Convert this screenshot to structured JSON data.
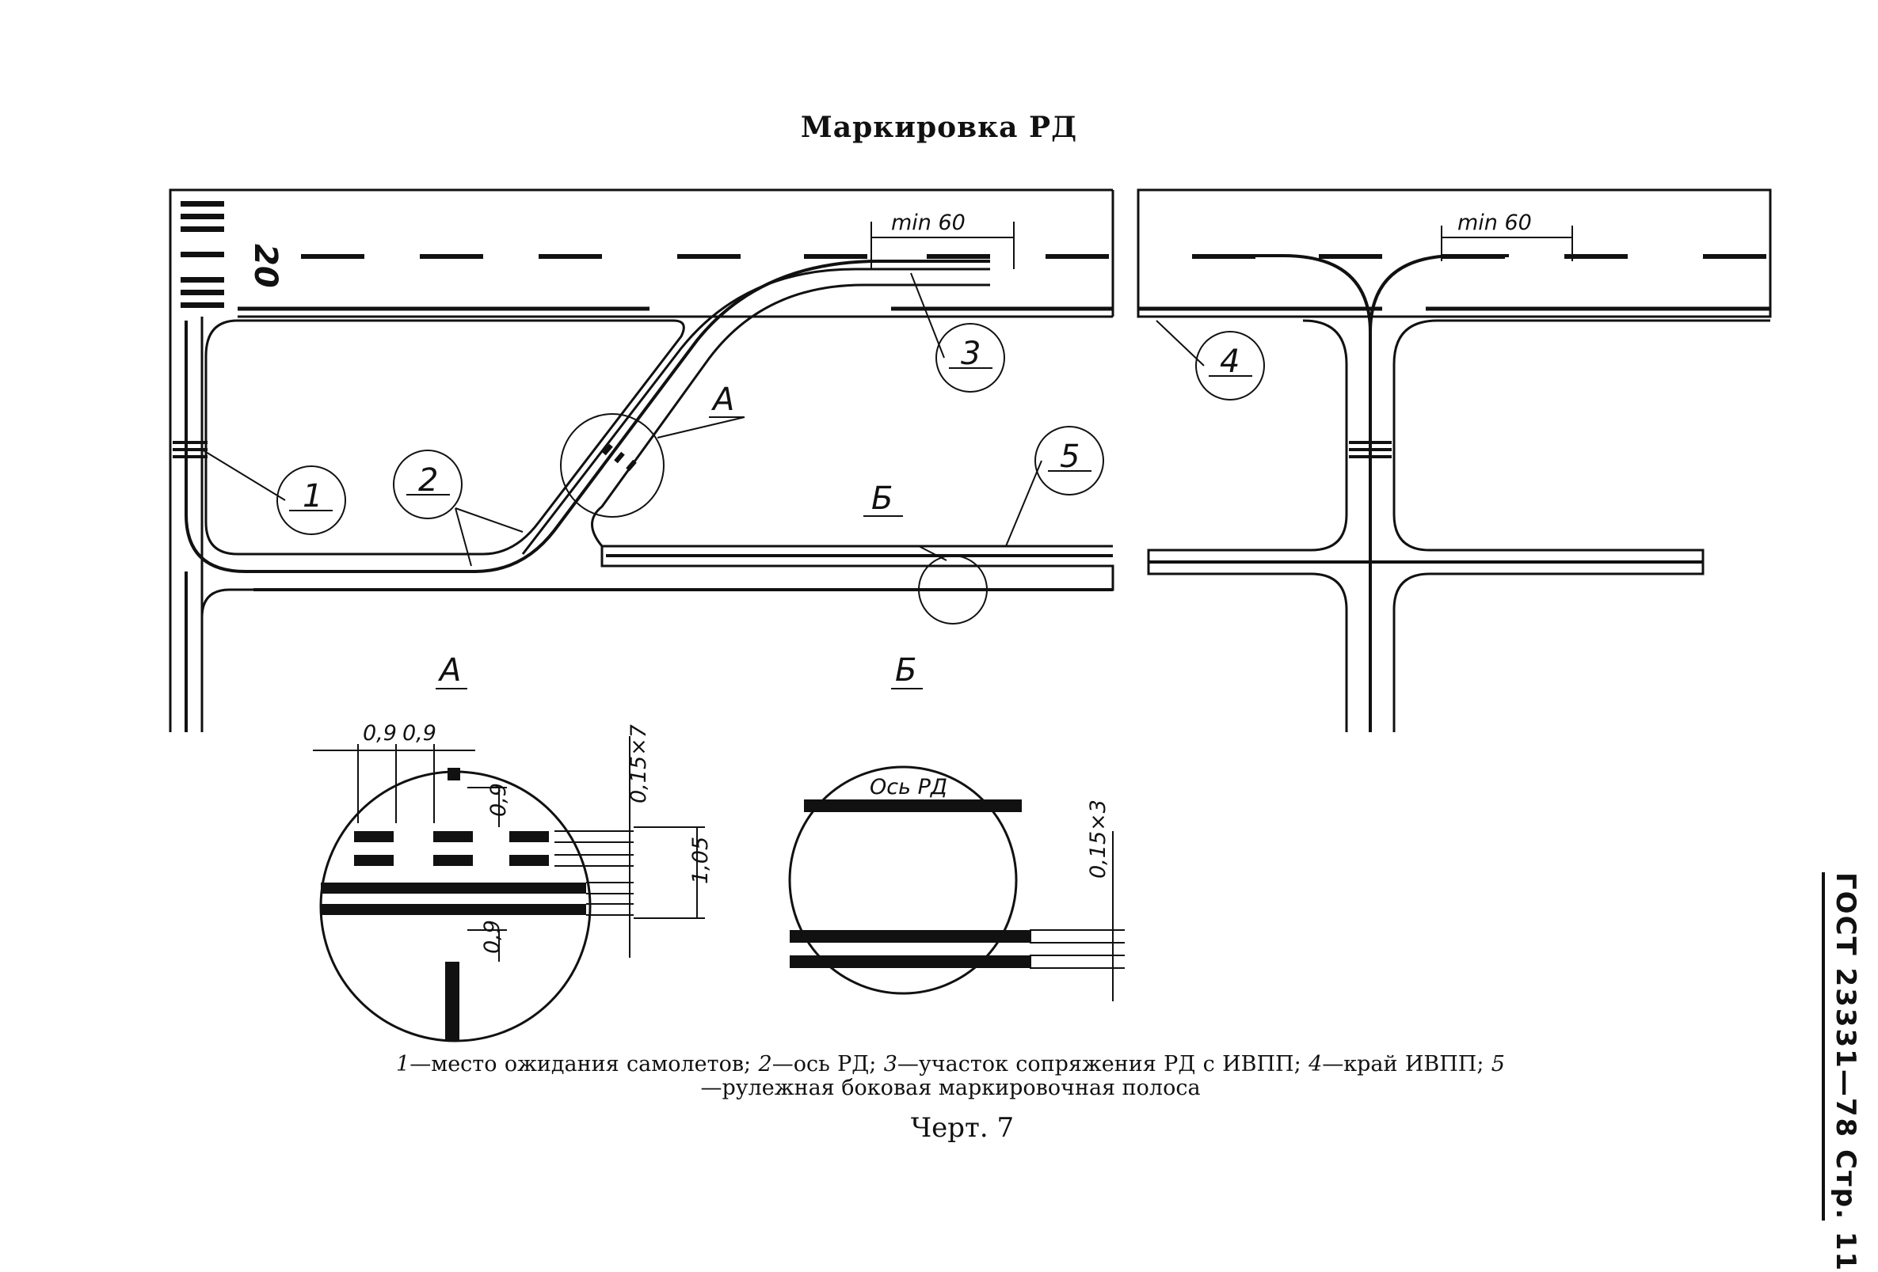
{
  "title": "Маркировка РД",
  "runway_number": "20",
  "labels": {
    "callout_1": "1",
    "callout_2": "2",
    "callout_3": "3",
    "callout_4": "4",
    "callout_5": "5",
    "detail_a": "А",
    "detail_b": "Б",
    "detail_a_view": "А",
    "detail_b_view": "Б",
    "min_60_left": "min 60",
    "min_60_right": "min 60",
    "dim_09_a": "0,9",
    "dim_09_b": "0,9",
    "dim_09_c": "0,9",
    "dim_09_d": "0,9",
    "dim_015x7": "0,15×7",
    "dim_105": "1,05",
    "dim_015x3": "0,15×3",
    "axis_label": "Ось РД"
  },
  "caption": {
    "n1": "1",
    "t1": "—место ожидания самолетов; ",
    "n2": "2",
    "t2": "—ось РД; ",
    "n3": "3",
    "t3": "—участок сопряжения РД с ИВПП; ",
    "n4": "4",
    "t4": "—край ИВПП; ",
    "n5": "5",
    "t5": "—рулежная боковая маркировочная полоса"
  },
  "figure_label": "Черт. 7",
  "side_text": "ГОСТ 23331—78 Стр. 11"
}
